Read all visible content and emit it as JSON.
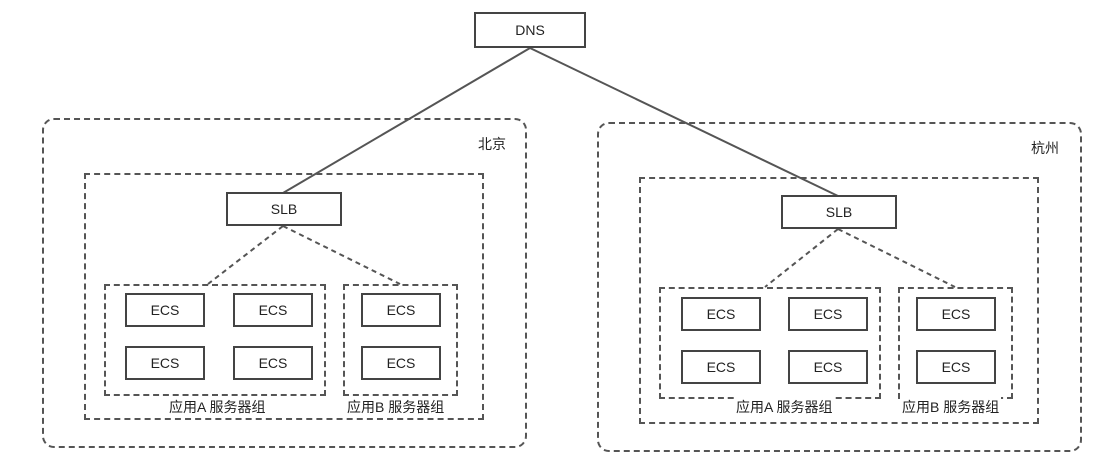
{
  "dns": {
    "label": "DNS"
  },
  "regions": [
    {
      "name": "北京",
      "slb": "SLB",
      "group_a": {
        "label": "应用A 服务器组",
        "servers": [
          "ECS",
          "ECS",
          "ECS",
          "ECS"
        ]
      },
      "group_b": {
        "label": "应用B 服务器组",
        "servers": [
          "ECS",
          "ECS"
        ]
      }
    },
    {
      "name": "杭州",
      "slb": "SLB",
      "group_a": {
        "label": "应用A 服务器组",
        "servers": [
          "ECS",
          "ECS",
          "ECS",
          "ECS"
        ]
      },
      "group_b": {
        "label": "应用B 服务器组",
        "servers": [
          "ECS",
          "ECS"
        ]
      }
    }
  ],
  "colors": {
    "line": "#555555",
    "border": "#444444"
  }
}
